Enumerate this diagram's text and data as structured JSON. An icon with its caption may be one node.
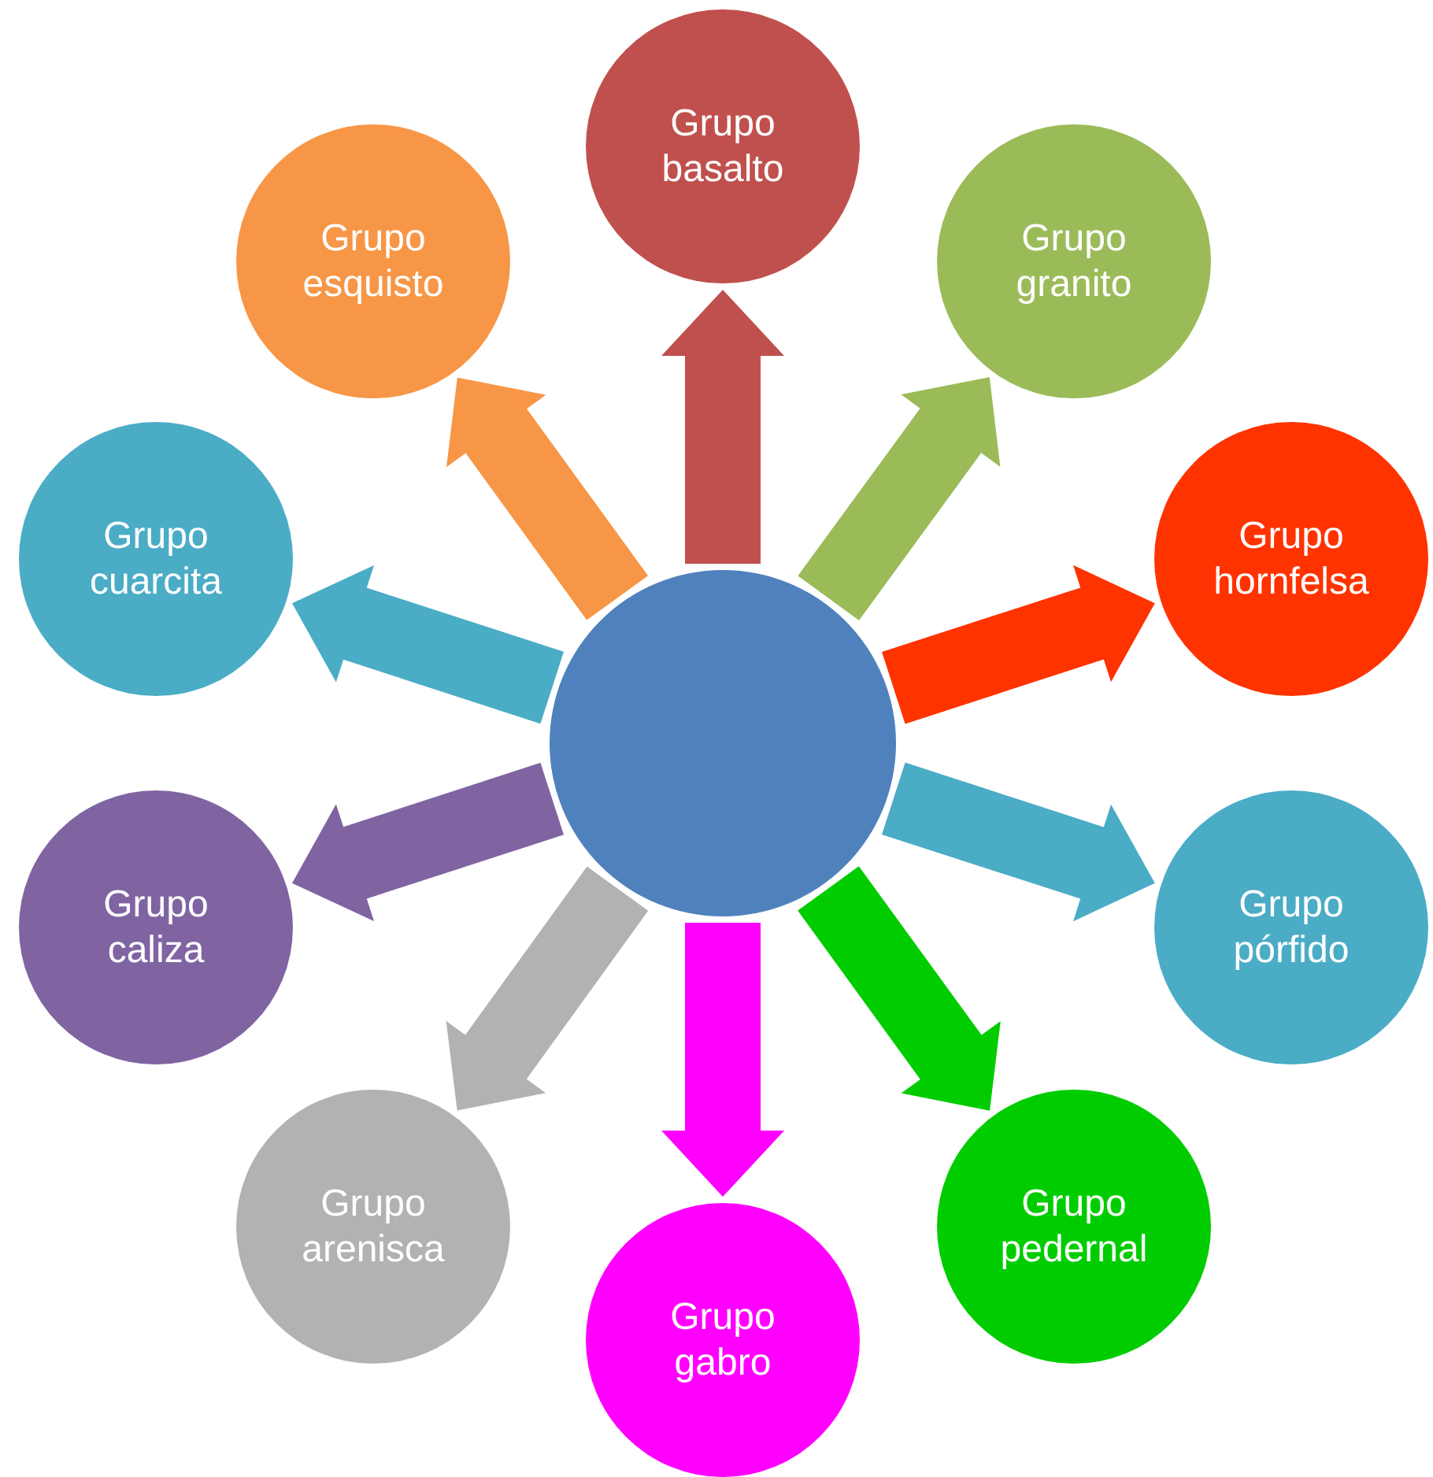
{
  "diagram": {
    "nodes": [
      {
        "text": [],
        "shape": "circle"
      },
      {
        "text": [
          "Grupo basalto"
        ]
      },
      {
        "text": [
          "Grupo granito"
        ]
      },
      {
        "text": [
          "Grupo hornfelsa"
        ]
      },
      {
        "text": [
          "Grupo pórfido"
        ]
      },
      {
        "text": [
          "Grupo pedernal"
        ]
      },
      {
        "text": [
          "Grupo gabro"
        ]
      },
      {
        "text": [
          "Grupo arenisca"
        ]
      },
      {
        "text": [
          "Grupo caliza"
        ]
      },
      {
        "text": [
          "Grupo cuarcita"
        ]
      },
      {
        "text": [
          "Grupo esquisto"
        ]
      }
    ],
    "edges": [
      {
        "from": 0,
        "to": 1,
        "arrow": "to",
        "style": "thick",
        "color": "#c0504d"
      },
      {
        "from": 0,
        "to": 2,
        "arrow": "to",
        "style": "thick",
        "color": "#9bbb59"
      },
      {
        "from": 0,
        "to": 3,
        "arrow": "to",
        "style": "thick",
        "color": "#ff3300"
      },
      {
        "from": 0,
        "to": 4,
        "arrow": "to",
        "style": "thick",
        "color": "#4bacc6"
      },
      {
        "from": 0,
        "to": 5,
        "arrow": "to",
        "style": "thick",
        "color": "#00cc00"
      },
      {
        "from": 0,
        "to": 6,
        "arrow": "to",
        "style": "thick",
        "color": "#ff00ff"
      },
      {
        "from": 0,
        "to": 7,
        "arrow": "to",
        "style": "thick",
        "color": "#b2b2b2"
      },
      {
        "from": 0,
        "to": 8,
        "arrow": "to",
        "style": "thick",
        "color": "#8064a2"
      },
      {
        "from": 0,
        "to": 9,
        "arrow": "to",
        "style": "thick",
        "color": "#4bacc6"
      },
      {
        "from": 0,
        "to": 10,
        "arrow": "to",
        "style": "thick",
        "color": "#f79646"
      }
    ]
  }
}
